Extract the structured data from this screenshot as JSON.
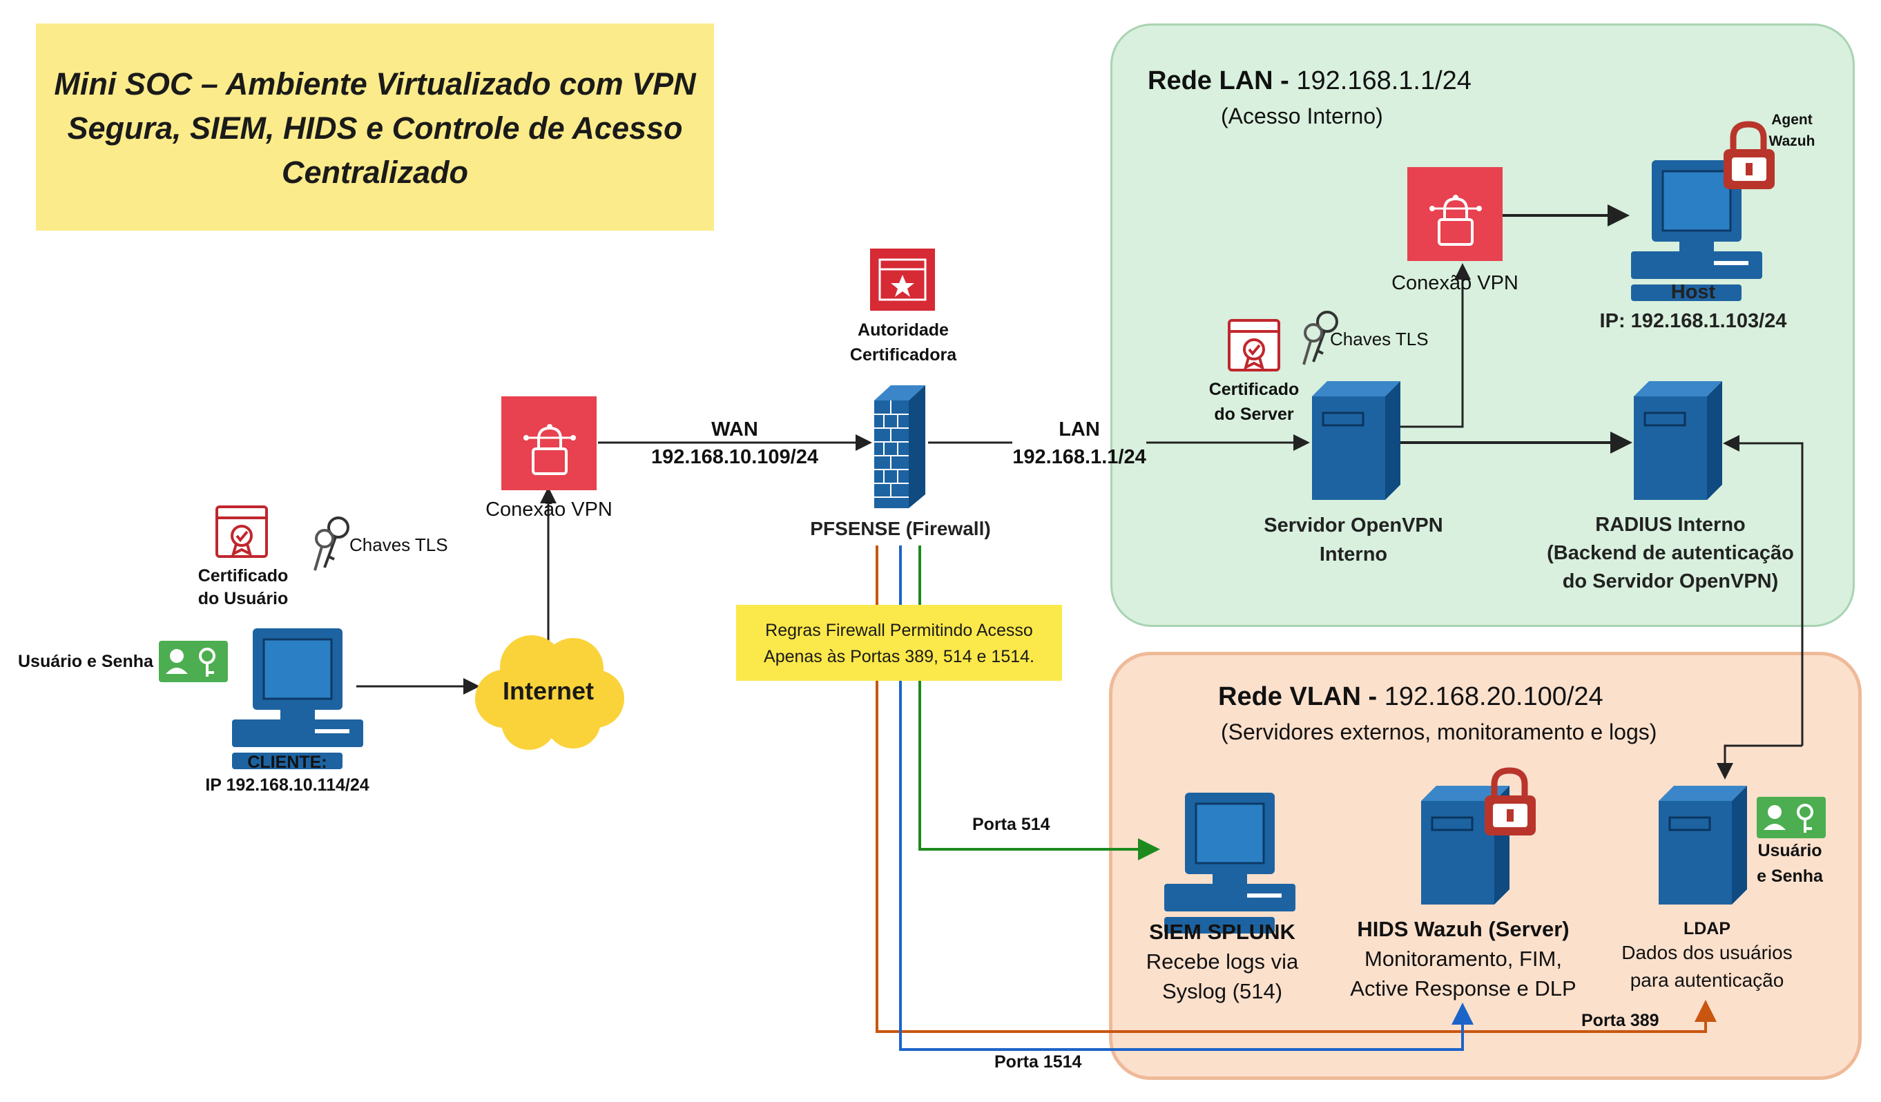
{
  "title": {
    "line1": "Mini SOC – Ambiente Virtualizado com VPN",
    "line2": "Segura, SIEM, HIDS e Controle de Acesso",
    "line3": "Centralizado"
  },
  "colors": {
    "lan_zone": "#d8f0dd",
    "vlan_zone": "#fbe0cc",
    "device_blue": "#1d63a1",
    "vpn_red": "#e8414f",
    "note_yellow": "#fbe84a",
    "title_yellow": "#fbeb8a",
    "port_514": "#1e8a1e",
    "port_1514": "#1c64c8",
    "port_389": "#c8560f"
  },
  "lan": {
    "title_bold": "Rede LAN -",
    "title_ip": " 192.168.1.1/24",
    "subtitle": "(Acesso Interno)"
  },
  "vlan": {
    "title_bold": "Rede VLAN -",
    "title_ip": " 192.168.20.100/24",
    "subtitle": "(Servidores externos, monitoramento e logs)"
  },
  "client": {
    "label1": "CLIENTE:",
    "label2": "IP 192.168.10.114/24",
    "user_pass": "Usuário e Senha",
    "cert1": "Certificado",
    "cert2": "do Usuário",
    "keys": "Chaves TLS"
  },
  "internet": {
    "label": "Internet"
  },
  "vpn_left": {
    "label": "Conexão VPN"
  },
  "wan": {
    "label": "WAN",
    "ip": "192.168.10.109/24"
  },
  "ca": {
    "line1": "Autoridade",
    "line2": "Certificadora"
  },
  "firewall": {
    "label": "PFSENSE (Firewall)"
  },
  "lan_link": {
    "label": "LAN",
    "ip": "192.168.1.1/24"
  },
  "rules_note": {
    "line1": "Regras Firewall Permitindo Acesso",
    "line2": "Apenas às Portas 389, 514 e 1514."
  },
  "openvpn": {
    "line1": "Servidor OpenVPN",
    "line2": "Interno",
    "cert1": "Certificado",
    "cert2": "do Server",
    "keys": "Chaves TLS"
  },
  "vpn_right": {
    "label": "Conexão VPN"
  },
  "host": {
    "line1": "Host",
    "line2": "IP: 192.168.1.103/24",
    "agent1": "Agent",
    "agent2": "Wazuh"
  },
  "radius": {
    "line1": "RADIUS Interno",
    "line2": "(Backend de autenticação",
    "line3": "do Servidor OpenVPN)"
  },
  "siem": {
    "line1": "SIEM SPLUNK",
    "line2": "Recebe logs via",
    "line3": "Syslog (514)"
  },
  "hids": {
    "line1": "HIDS Wazuh (Server)",
    "line2": "Monitoramento, FIM,",
    "line3": "Active Response e DLP"
  },
  "ldap": {
    "line1": "LDAP",
    "line2": "Dados dos usuários",
    "line3": "para autenticação",
    "user1": "Usuário",
    "user2": "e Senha"
  },
  "ports": {
    "p514": "Porta 514",
    "p1514": "Porta 1514",
    "p389": "Porta 389"
  }
}
